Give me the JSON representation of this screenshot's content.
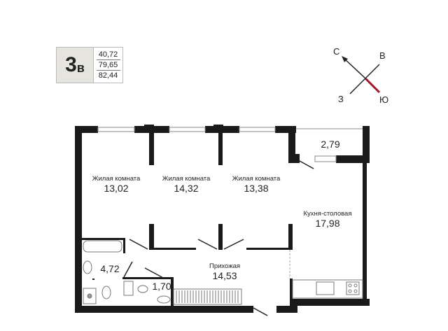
{
  "apartment": {
    "type_number": "3",
    "type_letter": "в",
    "areas": [
      "40,72",
      "79,65",
      "82,44"
    ]
  },
  "compass": {
    "north": "С",
    "east": "В",
    "west": "З",
    "south": "Ю",
    "accent_color": "#a0182a"
  },
  "rooms": [
    {
      "name": "Жилая комната",
      "area": "13,02"
    },
    {
      "name": "Жилая комната",
      "area": "14,32"
    },
    {
      "name": "Жилая комната",
      "area": "13,38"
    },
    {
      "name": "Кухня-столовая",
      "area": "17,98"
    },
    {
      "name": "Прихожая",
      "area": "14,53"
    },
    {
      "name": "",
      "area": "2,79"
    },
    {
      "name": "",
      "area": "4,72"
    },
    {
      "name": "",
      "area": "1,70"
    }
  ]
}
